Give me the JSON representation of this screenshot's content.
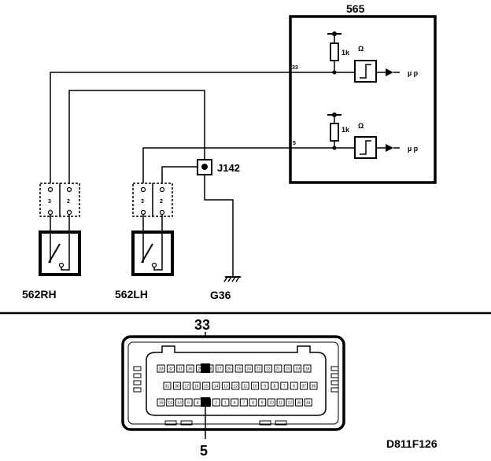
{
  "module_565": {
    "title": "565",
    "pins": [
      "33",
      "5"
    ],
    "resistor_label": "1k",
    "ohm_symbol": "Ω",
    "output_label": "µ p"
  },
  "switch_rh": {
    "label": "562RH",
    "terminals": [
      "3",
      "2"
    ]
  },
  "switch_lh": {
    "label": "562LH",
    "terminals": [
      "3",
      "2"
    ]
  },
  "junction": {
    "label": "J142"
  },
  "ground": {
    "label": "G36"
  },
  "connector": {
    "pin_top": "33",
    "pin_bottom": "5",
    "row1_pins": [
      "33",
      "32",
      "31",
      "30",
      "29",
      "28",
      "27",
      "26",
      "25",
      "24",
      "23",
      "22",
      "21",
      "20",
      "19",
      "18"
    ],
    "row2_pins": [
      "31",
      "30",
      "17",
      "16",
      "15",
      "14",
      "13",
      "12",
      "11",
      "10",
      "9",
      "8",
      "7",
      "6",
      "37",
      "36"
    ],
    "row3_pins": [
      "15",
      "14",
      "13",
      "5",
      "4",
      "3",
      "2",
      "1",
      "6",
      "7",
      "8",
      "9",
      "10",
      "11",
      "12",
      "35",
      "34"
    ]
  },
  "figure_id": "D811F126"
}
